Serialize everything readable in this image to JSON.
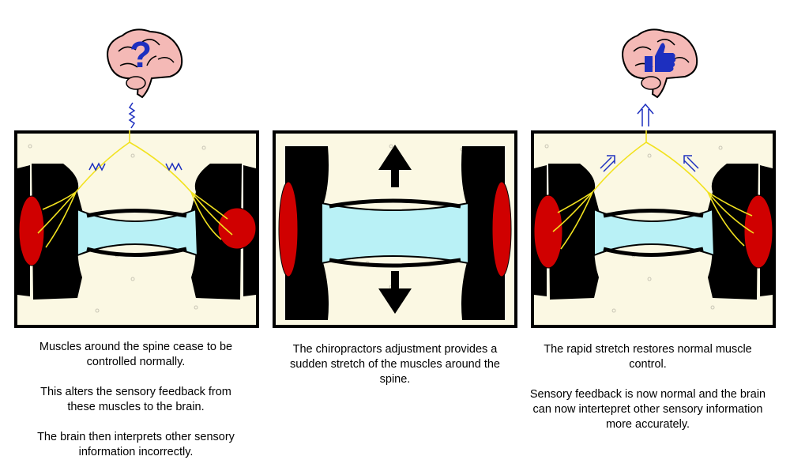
{
  "panels": [
    {
      "id": "before",
      "captions": [
        "Muscles around the spine cease to be controlled normally.",
        "This alters the sensory feedback from these muscles to the brain.",
        "The brain then interprets other sensory information incorrectly."
      ],
      "brain_symbol": "question-mark-icon"
    },
    {
      "id": "adjustment",
      "captions": [
        "The chiropractors adjustment provides a sudden stretch of the muscles around the spine."
      ],
      "arrows": "up-down-stretch-arrows"
    },
    {
      "id": "after",
      "captions": [
        "The rapid stretch restores normal muscle control.",
        "Sensory feedback is now normal and the brain can now intertepret other sensory information more accurately."
      ],
      "brain_symbol": "thumbs-up-icon"
    }
  ],
  "colors": {
    "background": "#fbf8e3",
    "vertebra": "#000000",
    "disc": "#b9f1f6",
    "muscle": "#d00000",
    "nerve": "#f2e21f",
    "brain": "#f4b9b6",
    "signal": "#1d2fbf"
  }
}
